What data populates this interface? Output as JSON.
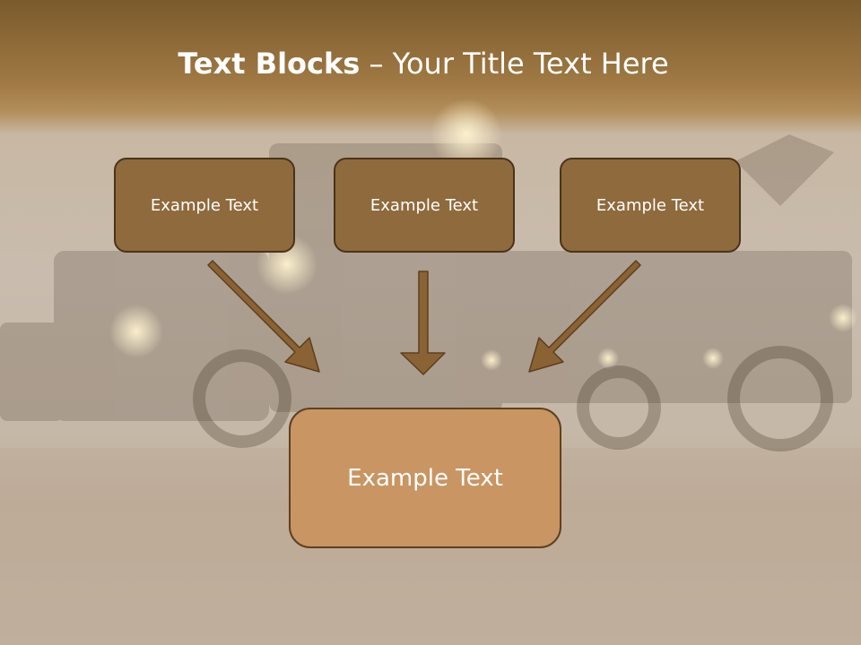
{
  "slide": {
    "title_bold": "Text Blocks",
    "title_dash": " – ",
    "title_rest": "Your Title Text Here",
    "blocks": [
      {
        "label": "Example Text"
      },
      {
        "label": "Example Text"
      },
      {
        "label": "Example Text"
      }
    ],
    "main_block": {
      "label": "Example Text"
    },
    "colors": {
      "header_band": "#7a5a2c",
      "small_box_fill": "#8f6a3d",
      "small_box_border": "#4a331a",
      "main_box_fill": "#c99562",
      "arrow_fill": "#8a6234"
    }
  }
}
